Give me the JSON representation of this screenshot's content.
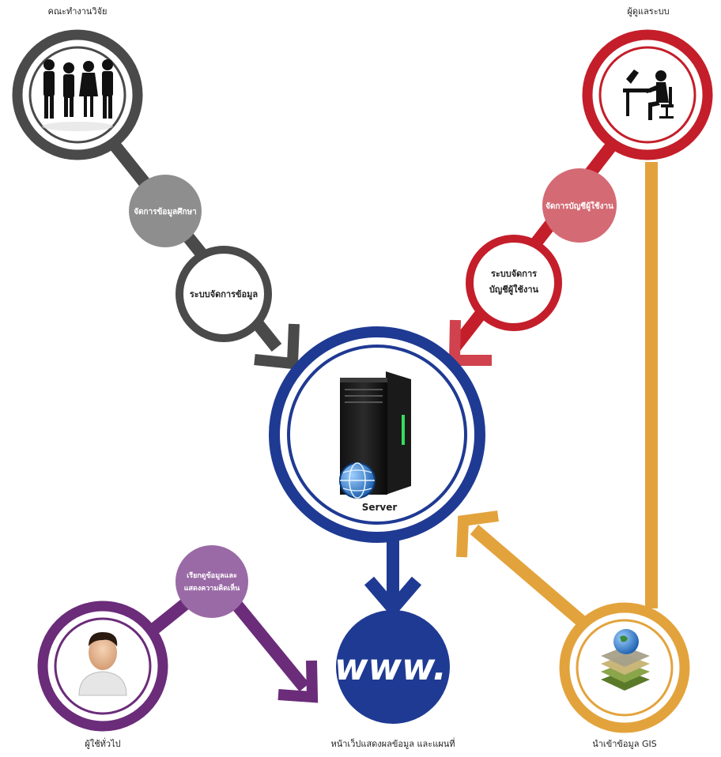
{
  "labels": {
    "research_team": "คณะทำงานวิจัย",
    "admin": "ผู้ดูแลระบบ",
    "general_user": "ผู้ใช้ทั่วไป",
    "website": "หน้าเว็ปแสดงผลข้อมูล และแผนที่",
    "gis_import": "นำเข้าข้อมูล GIS"
  },
  "steps": {
    "manage_study_data": "จัดการข้อมูลศึกษา",
    "data_management_system": "ระบบจัดการข้อมูล",
    "manage_user_accounts": "จัดการบัญชีผู้ใช้งาน",
    "user_account_system_line1": "ระบบจัดการ",
    "user_account_system_line2": "บัญชีผู้ใช้งาน",
    "view_data_line1": "เรียกดูข้อมูลและ",
    "view_data_line2": "แสดงความคิดเห็น"
  },
  "center": {
    "server_label": "Server",
    "www_text": "www."
  },
  "colors": {
    "research": "#4a4a4a",
    "research_light": "#8e8e8e",
    "admin": "#c41e2a",
    "admin_light": "#d46a74",
    "server": "#1f3a93",
    "general": "#6b2c7a",
    "general_light": "#9a6aa6",
    "gis": "#e3a33c"
  },
  "icons": {
    "research_team": "business-people-icon",
    "admin": "person-at-desk-icon",
    "server": "server-tower-icon",
    "general_user": "user-avatar-icon",
    "gis": "gis-layers-globe-icon",
    "website": "www-globe-icon"
  }
}
